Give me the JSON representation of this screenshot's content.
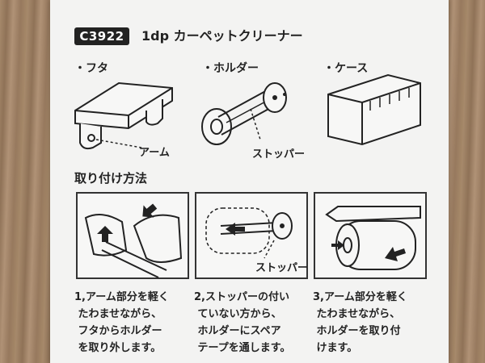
{
  "product": {
    "code": "C3922",
    "title": "1dp カーペットクリーナー"
  },
  "parts": [
    {
      "label": "・フタ",
      "callout": "アーム"
    },
    {
      "label": "・ホルダー",
      "callout": "ストッパー"
    },
    {
      "label": "・ケース"
    }
  ],
  "instructions": {
    "heading": "取り付け方法",
    "steps": [
      {
        "text": "1,アーム部分を軽く\n たわませながら、\n フタからホルダー\n を取り外します。"
      },
      {
        "text": "2,ストッパーの付い\n ていない方から、\n ホルダーにスペア\n テープを通します。"
      },
      {
        "text": "3,アーム部分を軽く\n たわませながら、\n ホルダーを取り付\n けます。"
      }
    ],
    "panel2_callout": "ストッパー"
  }
}
